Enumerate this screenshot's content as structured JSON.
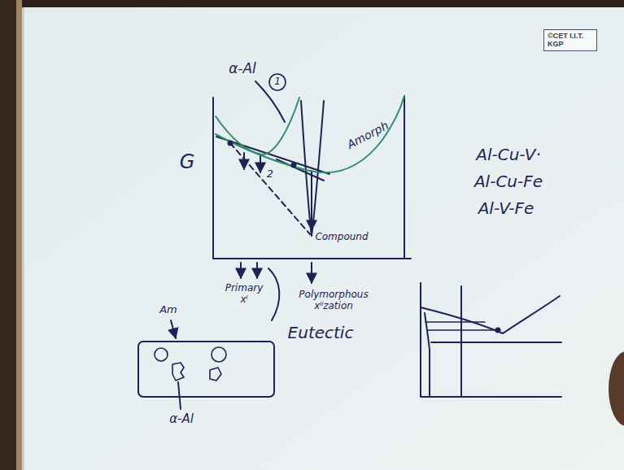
{
  "diagram": {
    "nodes": [
      {
        "text": [
          "©CET I.I.T. KGP"
        ]
      }
    ],
    "labels": [
      "α-Al",
      "1",
      "Amorph",
      "G",
      "2",
      "Compound",
      "Primary xˡ",
      "Polymorphous xˡˡzation",
      "Eutectic",
      "Am",
      "α-Al",
      "Al-Cu-V·",
      "Al-Cu-Fe",
      "Al-V-Fe"
    ]
  }
}
